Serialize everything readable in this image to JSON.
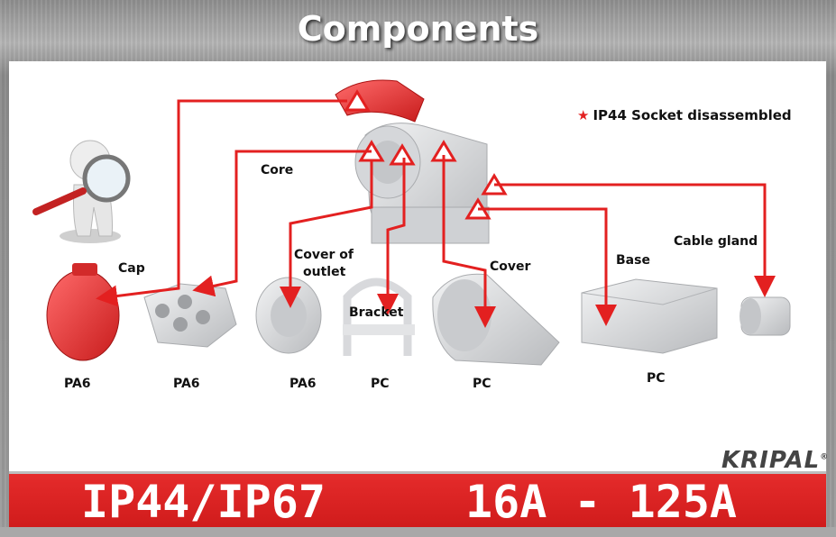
{
  "title": "Components",
  "legend": {
    "text": "IP44 Socket disassembled",
    "marker": "star"
  },
  "parts": [
    {
      "label": "Cap",
      "material": "PA6"
    },
    {
      "label": "Core",
      "material": "PA6"
    },
    {
      "label": "Cover of outlet",
      "material": "PA6"
    },
    {
      "label": "Bracket",
      "material": "PC"
    },
    {
      "label": "Cover",
      "material": "PC"
    },
    {
      "label": "Base",
      "material": "PC"
    },
    {
      "label": "Cable gland",
      "material": ""
    }
  ],
  "cover_of_outlet_lines": [
    "Cover of",
    "outlet"
  ],
  "brand": "KRIPAL",
  "banner": {
    "protection": "IP44/IP67",
    "current": "16A - 125A"
  },
  "colors": {
    "accent": "#e32020",
    "banner": "#d92222",
    "part_gray": "#d9dadc"
  }
}
